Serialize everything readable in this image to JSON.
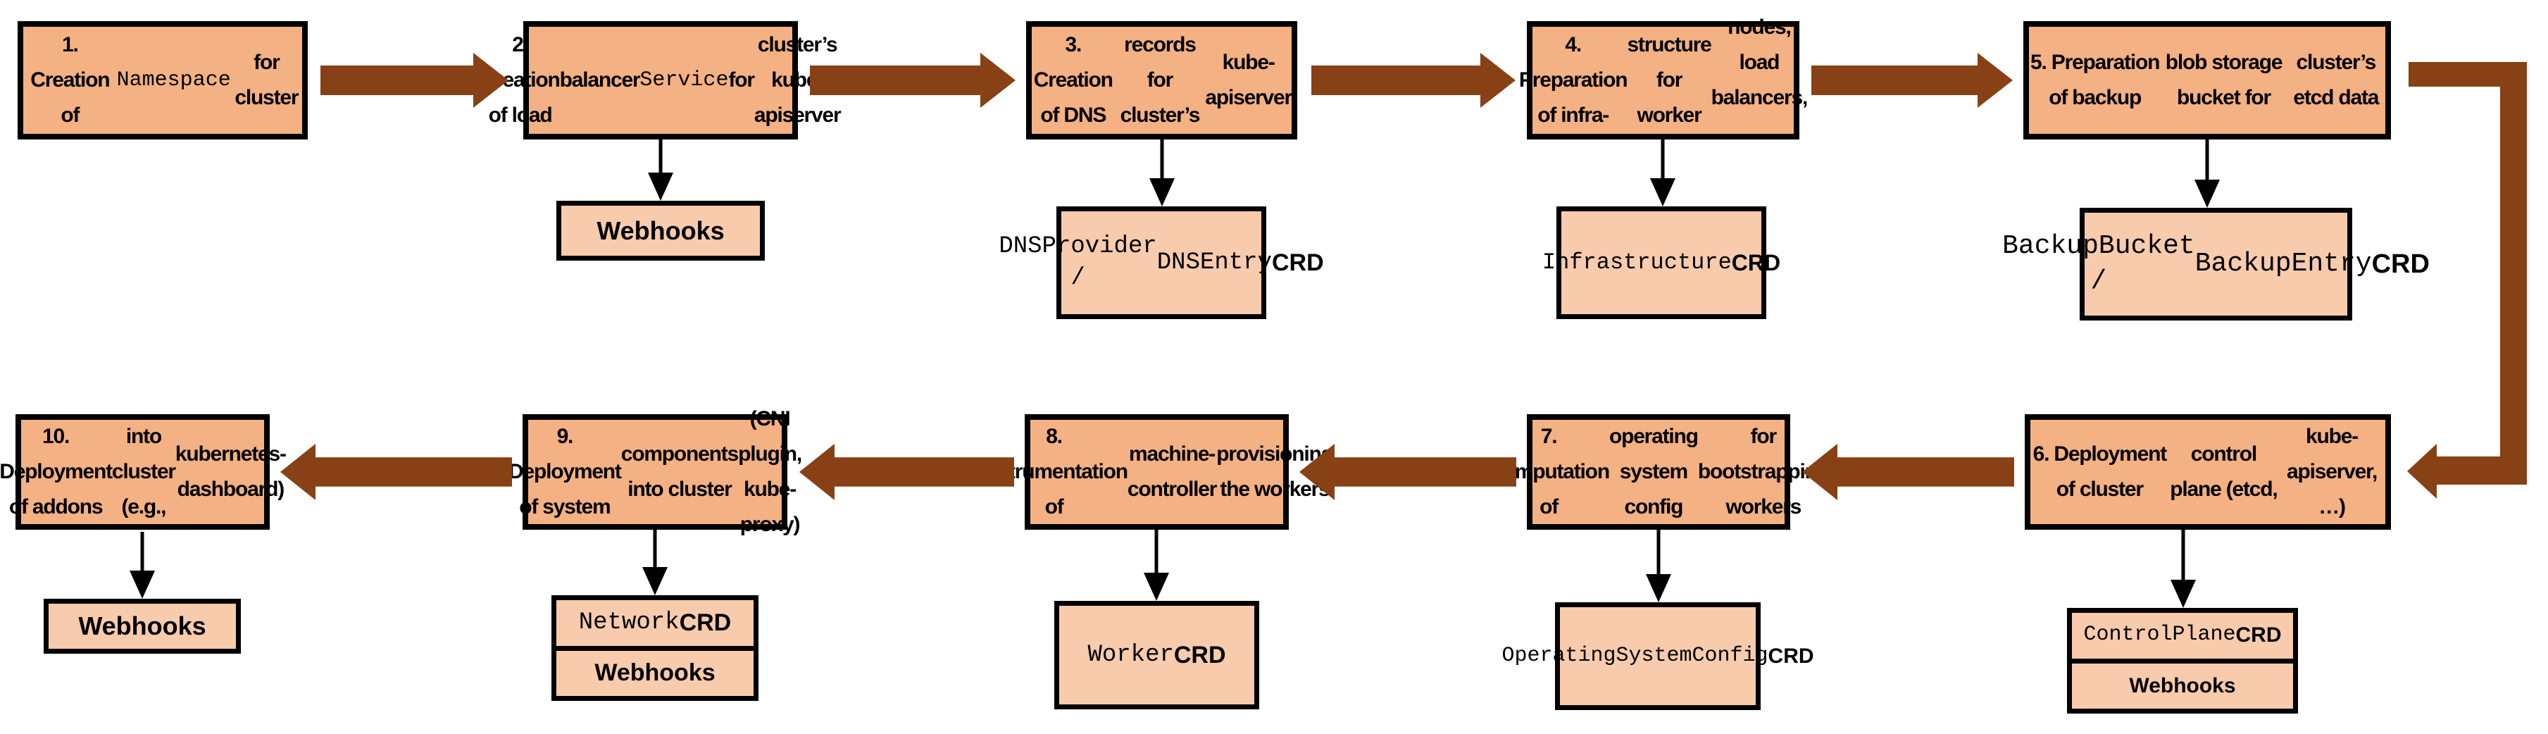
{
  "colors": {
    "step_fill": "#F4B183",
    "sub_fill": "#F8CBAD",
    "arrow_brown": "#874114",
    "line_black": "#000000"
  },
  "steps": [
    {
      "parts": [
        {
          "text": "1. Creation of"
        },
        {
          "text": "\n"
        },
        {
          "text": "Namespace",
          "style": "mono"
        },
        {
          "text": "\n"
        },
        {
          "text": "for cluster"
        }
      ]
    },
    {
      "parts": [
        {
          "text": "2. Creation of load"
        },
        {
          "text": "\n"
        },
        {
          "text": "balancer "
        },
        {
          "text": "Service",
          "style": "mono"
        },
        {
          "text": " for"
        },
        {
          "text": "\n"
        },
        {
          "text": "cluster’s kube-apiserver"
        }
      ]
    },
    {
      "parts": [
        {
          "text": "3. Creation of DNS"
        },
        {
          "text": "\n"
        },
        {
          "text": "records for cluster’s"
        },
        {
          "text": "\n"
        },
        {
          "text": "kube-apiserver"
        }
      ]
    },
    {
      "parts": [
        {
          "text": "4. Preparation of infra-"
        },
        {
          "text": "\n"
        },
        {
          "text": "structure for worker"
        },
        {
          "text": "\n"
        },
        {
          "text": "nodes, load balancers, …"
        }
      ]
    },
    {
      "parts": [
        {
          "text": "5. Preparation of backup"
        },
        {
          "text": "\n"
        },
        {
          "text": "blob storage bucket for"
        },
        {
          "text": "\n"
        },
        {
          "text": "cluster’s etcd data"
        }
      ]
    },
    {
      "parts": [
        {
          "text": "6. Deployment of cluster"
        },
        {
          "text": "\n"
        },
        {
          "text": "control plane (etcd,"
        },
        {
          "text": "\n"
        },
        {
          "text": "kube-apiserver, …)"
        }
      ]
    },
    {
      "parts": [
        {
          "text": "7. Computation of"
        },
        {
          "text": "\n"
        },
        {
          "text": "operating system config"
        },
        {
          "text": "\n"
        },
        {
          "text": "for bootstrapping workers"
        }
      ]
    },
    {
      "parts": [
        {
          "text": "8. Instrumentation of"
        },
        {
          "text": "\n"
        },
        {
          "text": "machine-controller"
        },
        {
          "text": "\n"
        },
        {
          "text": "provisioning the workers"
        }
      ]
    },
    {
      "parts": [
        {
          "text": "9. Deployment of system"
        },
        {
          "text": "\n"
        },
        {
          "text": "components into cluster"
        },
        {
          "text": "\n"
        },
        {
          "text": "(CNI plugin, kube-proxy)"
        }
      ]
    },
    {
      "parts": [
        {
          "text": "10. Deployment of addons"
        },
        {
          "text": "\n"
        },
        {
          "text": "into cluster (e.g.,"
        },
        {
          "text": "\n"
        },
        {
          "text": "kubernetes-dashboard)"
        }
      ]
    }
  ],
  "artifacts": {
    "step2": {
      "cells": [
        [
          {
            "text": "Webhooks",
            "style": "bold"
          }
        ]
      ]
    },
    "step3": {
      "cells": [
        [
          {
            "text": "DNSProvider /",
            "style": "mono"
          },
          {
            "text": "\n"
          },
          {
            "text": "DNSEntry ",
            "style": "mono"
          },
          {
            "text": "CRD",
            "style": "bold"
          }
        ]
      ]
    },
    "step4": {
      "cells": [
        [
          {
            "text": "Infrastructure",
            "style": "mono"
          },
          {
            "text": "\n"
          },
          {
            "text": "CRD",
            "style": "bold"
          }
        ]
      ]
    },
    "step5": {
      "cells": [
        [
          {
            "text": "BackupBucket /",
            "style": "mono"
          },
          {
            "text": "\n"
          },
          {
            "text": "BackupEntry ",
            "style": "mono"
          },
          {
            "text": "CRD",
            "style": "bold"
          }
        ]
      ]
    },
    "step6": {
      "cells": [
        [
          {
            "text": "ControlPlane ",
            "style": "mono"
          },
          {
            "text": "CRD",
            "style": "bold"
          }
        ],
        [
          {
            "text": "Webhooks",
            "style": "bold"
          }
        ]
      ]
    },
    "step7": {
      "cells": [
        [
          {
            "text": "OperatingSystem",
            "style": "mono"
          },
          {
            "text": "\n"
          },
          {
            "text": "Config ",
            "style": "mono"
          },
          {
            "text": "CRD",
            "style": "bold"
          }
        ]
      ]
    },
    "step8": {
      "cells": [
        [
          {
            "text": "Worker",
            "style": "mono"
          },
          {
            "text": "\n"
          },
          {
            "text": "CRD",
            "style": "bold"
          }
        ]
      ]
    },
    "step9": {
      "cells": [
        [
          {
            "text": "Network ",
            "style": "mono"
          },
          {
            "text": "CRD",
            "style": "bold"
          }
        ],
        [
          {
            "text": "Webhooks",
            "style": "bold"
          }
        ]
      ]
    },
    "step10": {
      "cells": [
        [
          {
            "text": "Webhooks",
            "style": "bold"
          }
        ]
      ]
    }
  },
  "connections": [
    {
      "from": "step1",
      "to": "step2",
      "type": "block-arrow-right"
    },
    {
      "from": "step2",
      "to": "step3",
      "type": "block-arrow-right"
    },
    {
      "from": "step3",
      "to": "step4",
      "type": "block-arrow-right"
    },
    {
      "from": "step4",
      "to": "step5",
      "type": "block-arrow-right"
    },
    {
      "from": "step5",
      "to": "step6",
      "type": "block-arrow-elbow-down-left"
    },
    {
      "from": "step6",
      "to": "step7",
      "type": "block-arrow-left"
    },
    {
      "from": "step7",
      "to": "step8",
      "type": "block-arrow-left"
    },
    {
      "from": "step8",
      "to": "step9",
      "type": "block-arrow-left"
    },
    {
      "from": "step9",
      "to": "step10",
      "type": "block-arrow-left"
    },
    {
      "from": "step2",
      "to": "artifact",
      "type": "thin-arrow-down"
    },
    {
      "from": "step3",
      "to": "artifact",
      "type": "thin-arrow-down"
    },
    {
      "from": "step4",
      "to": "artifact",
      "type": "thin-arrow-down"
    },
    {
      "from": "step5",
      "to": "artifact",
      "type": "thin-arrow-down"
    },
    {
      "from": "step6",
      "to": "artifact",
      "type": "thin-arrow-down"
    },
    {
      "from": "step7",
      "to": "artifact",
      "type": "thin-arrow-down"
    },
    {
      "from": "step8",
      "to": "artifact",
      "type": "thin-arrow-down"
    },
    {
      "from": "step9",
      "to": "artifact",
      "type": "thin-arrow-down"
    },
    {
      "from": "step10",
      "to": "artifact",
      "type": "thin-arrow-down"
    }
  ]
}
